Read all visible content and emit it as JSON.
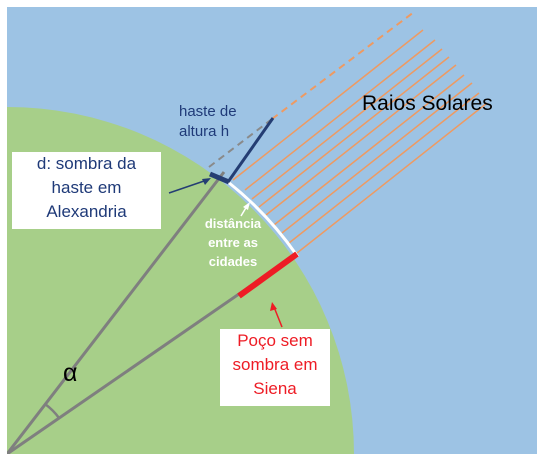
{
  "labels": {
    "sun_rays": "Raios Solares",
    "rod_height": "haste de\naltura h",
    "shadow": "d: sombra da\nhaste em\nAlexandria",
    "distance": "distância\nentre as\ncidades",
    "well": "Poço sem\nsombra em\nSiena",
    "angle": "α"
  },
  "colors": {
    "sky": "#9dc3e4",
    "earth": "#a7cf89",
    "rays": "#ee9a62",
    "rod": "#243d73",
    "well": "#ee1c25",
    "radius_lines": "#7f7f7f",
    "arc": "#ffffff",
    "label_blue": "#1f3a78",
    "label_red": "#ee1c25"
  }
}
